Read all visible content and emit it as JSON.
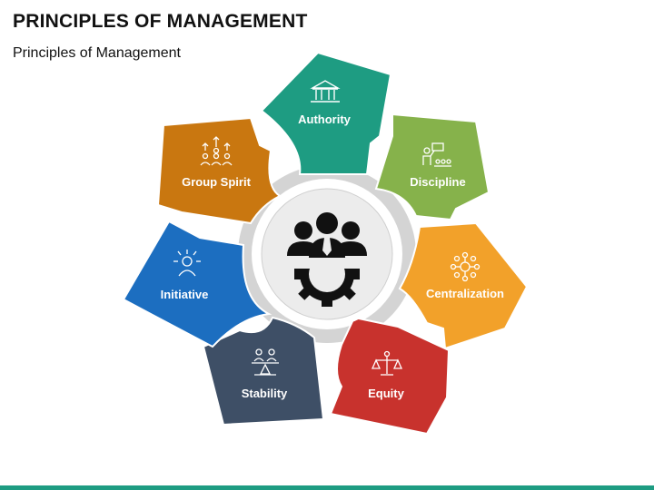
{
  "header": {
    "title": "PRINCIPLES OF MANAGEMENT",
    "subtitle": "Principles of Management"
  },
  "center": {
    "icon": "team-gear-icon"
  },
  "petals": [
    {
      "label": "Authority",
      "color": "#1e9c82",
      "icon": "courthouse-icon"
    },
    {
      "label": "Discipline",
      "color": "#86b24b",
      "icon": "teacher-class-icon"
    },
    {
      "label": "Centralization",
      "color": "#f2a12a",
      "icon": "network-hub-icon"
    },
    {
      "label": "Equity",
      "color": "#c8322d",
      "icon": "balance-scale-icon"
    },
    {
      "label": "Stability",
      "color": "#3e4f66",
      "icon": "people-balance-icon"
    },
    {
      "label": "Initiative",
      "color": "#1c6ec0",
      "icon": "person-ideas-icon"
    },
    {
      "label": "Group Spirit",
      "color": "#c97710",
      "icon": "team-growth-icon"
    }
  ],
  "footer": {
    "color": "#1e9c82"
  }
}
